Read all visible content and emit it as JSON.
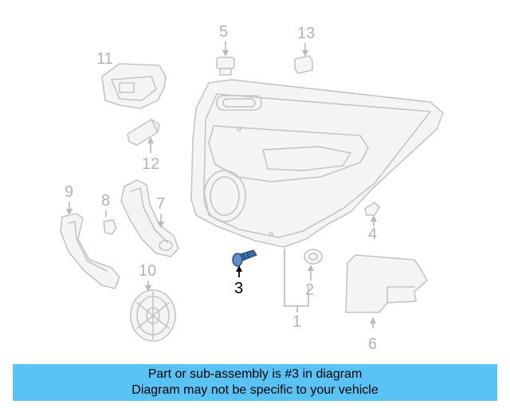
{
  "callouts": {
    "c1": "1",
    "c2": "2",
    "c3": "3",
    "c4": "4",
    "c5": "5",
    "c6": "6",
    "c7": "7",
    "c8": "8",
    "c9": "9",
    "c10": "10",
    "c11": "11",
    "c12": "12",
    "c13": "13"
  },
  "highlighted_part": "3",
  "banner": {
    "line1": "Part or sub-assembly is #3 in diagram",
    "line2": "Diagram may not be specific to your vehicle"
  },
  "colors": {
    "banner_bg": "#59c3f5",
    "highlight_part": "#3b6ea5",
    "parts_gray": "#c4c4c4"
  }
}
